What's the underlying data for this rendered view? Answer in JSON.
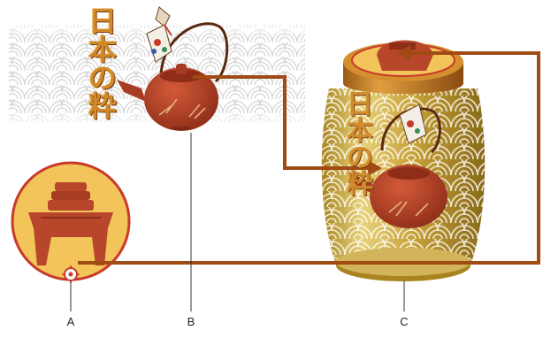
{
  "title_characters": [
    "日",
    "本",
    "の",
    "粋"
  ],
  "callouts": [
    {
      "id": "a",
      "label": "A"
    },
    {
      "id": "b",
      "label": "B"
    },
    {
      "id": "c",
      "label": "C"
    }
  ],
  "colors": {
    "arrow": "#a04a14",
    "wave_pattern": "#d9d9d9",
    "title_text": "#d08a2a",
    "teapot": "#b8462a",
    "symbol_bg": "#f2c45a",
    "symbol_ring": "#c83a2a",
    "can_gold": "#c9a23a"
  },
  "icons": [
    "scarf-symbol",
    "teapot-graphic",
    "tea-canister-3d",
    "symbol-registration-point-icon"
  ]
}
